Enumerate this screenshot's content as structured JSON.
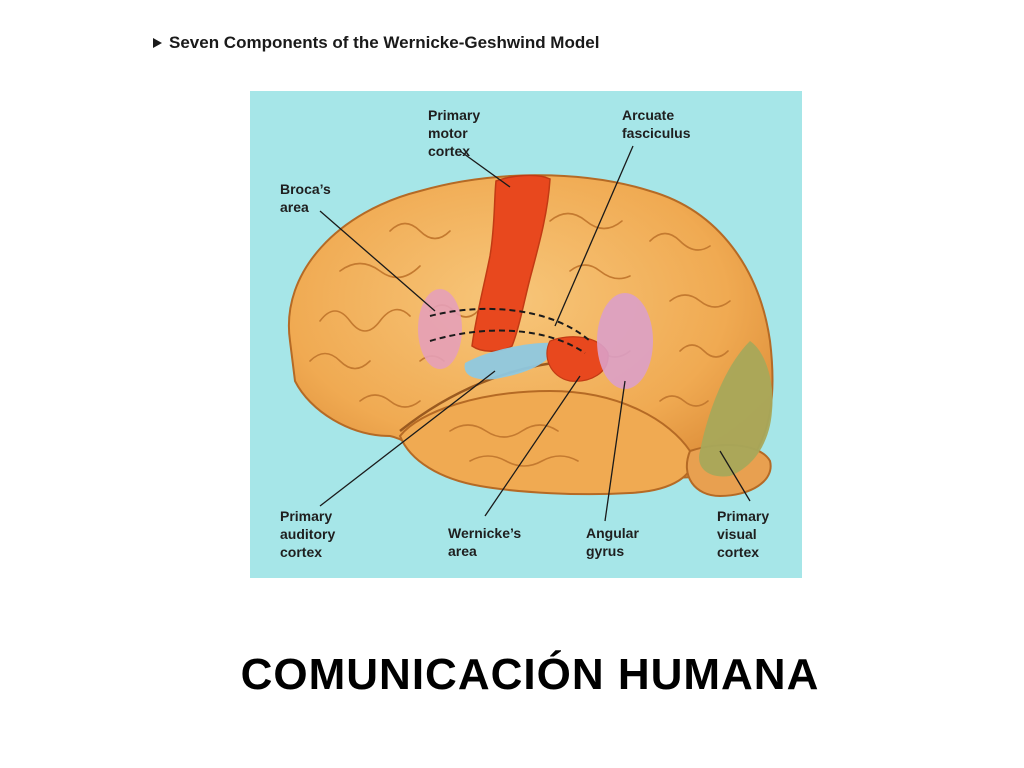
{
  "caption": {
    "text": "Seven Components of the Wernicke-Geshwind Model",
    "marker_icon": "triangle-right-icon"
  },
  "figure": {
    "background_color": "#a6e6e8",
    "brain_color": "#f2b25c",
    "labels": {
      "primary_motor_cortex": "Primary\nmotor\ncortex",
      "arcuate_fasciculus": "Arcuate\nfasciculus",
      "brocas_area": "Broca’s\narea",
      "primary_auditory_cortex": "Primary\nauditory\ncortex",
      "wernickes_area": "Wernicke’s\narea",
      "angular_gyrus": "Angular\ngyrus",
      "primary_visual_cortex": "Primary\nvisual\ncortex"
    },
    "region_colors": {
      "motor": "#e8481e",
      "broca": "#e6a0b8",
      "auditory": "#8ec8e0",
      "wernicke": "#e8481e",
      "angular": "#dca0c8",
      "visual": "#a8a85a"
    }
  },
  "title": "COMUNICACIÓN HUMANA"
}
